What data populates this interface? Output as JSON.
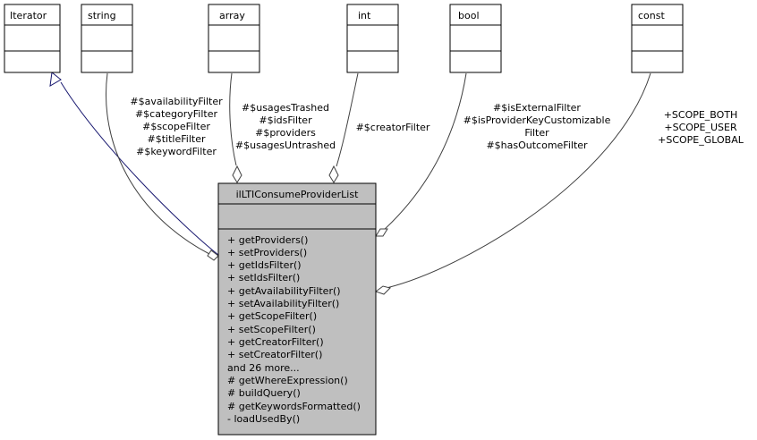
{
  "classes": {
    "iterator": "Iterator",
    "string": "string",
    "array": "array",
    "int": "int",
    "bool": "bool",
    "const": "const"
  },
  "main_class": {
    "name": "ilLTIConsumeProviderList",
    "methods": [
      "+ getProviders()",
      "+ setProviders()",
      "+ getIdsFilter()",
      "+ setIdsFilter()",
      "+ getAvailabilityFilter()",
      "+ setAvailabilityFilter()",
      "+ getScopeFilter()",
      "+ setScopeFilter()",
      "+ getCreatorFilter()",
      "+ setCreatorFilter()",
      "and 26 more...",
      "# getWhereExpression()",
      "# buildQuery()",
      "# getKeywordsFormatted()",
      "- loadUsedBy()"
    ]
  },
  "edge_labels": {
    "string": [
      "#$availabilityFilter",
      "#$categoryFilter",
      "#$scopeFilter",
      "#$titleFilter",
      "#$keywordFilter"
    ],
    "array": [
      "#$usagesTrashed",
      "#$idsFilter",
      "#$providers",
      "#$usagesUntrashed"
    ],
    "int": [
      "#$creatorFilter"
    ],
    "bool": [
      "#$isExternalFilter",
      "#$isProviderKeyCustomizable",
      "Filter",
      "#$hasOutcomeFilter"
    ],
    "const": [
      "+SCOPE_BOTH",
      "+SCOPE_USER",
      "+SCOPE_GLOBAL"
    ]
  }
}
